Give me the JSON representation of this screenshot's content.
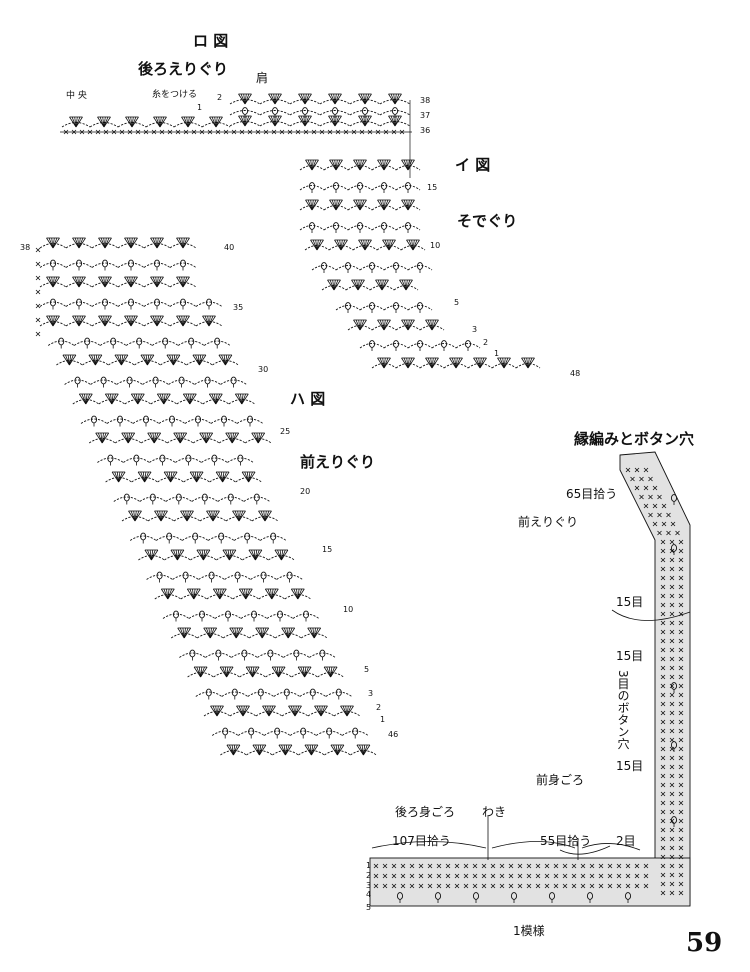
{
  "titles": {
    "ro": "ロ 図",
    "i": "イ 図",
    "ha": "ハ 図",
    "edge": "縁編みとボタン穴"
  },
  "labels": {
    "back_neck": "後ろえりぐり",
    "shoulder": "肩",
    "center": "中 央",
    "attach_yarn": "糸をつける",
    "armhole": "そでぐり",
    "front_neck": "前えりぐり",
    "pick65": "65目拾う",
    "front_neck_small": "前えりぐり",
    "st15_a": "15目",
    "st15_b": "15目",
    "buttonhole": "3目のボタン穴",
    "st15_c": "15目",
    "front_body": "前身ごろ",
    "back_body": "後ろ身ごろ",
    "side": "わき",
    "pick107": "107目拾う",
    "pick55": "55目拾う",
    "st2": "2目",
    "pattern_unit": "1模様",
    "page_number": "59"
  },
  "rows": {
    "ro": [
      "38",
      "37",
      "36",
      "2",
      "1"
    ],
    "i": [
      "15",
      "10",
      "5",
      "3",
      "2",
      "1",
      "48"
    ],
    "ha_left": [
      "38",
      "40",
      "35",
      "30",
      "25",
      "20",
      "15",
      "10",
      "5",
      "3",
      "2",
      "1",
      "46"
    ],
    "edge": [
      "1",
      "2",
      "3",
      "4",
      "5"
    ]
  }
}
